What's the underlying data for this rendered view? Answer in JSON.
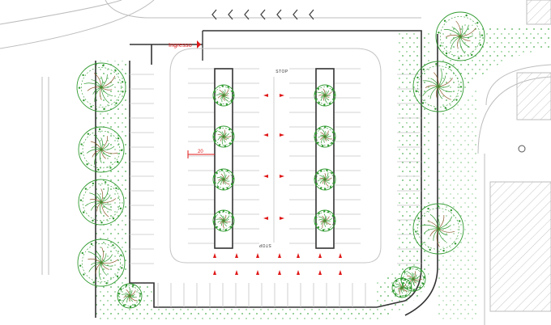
{
  "labels": {
    "entrance": "Ingresso",
    "stop_top": "STOP",
    "stop_bottom": "STOP",
    "dimension": "20"
  },
  "colors": {
    "annotation_red": "#e01818",
    "line_dark": "#2b2b2b",
    "line_light": "#b8b8b8",
    "tree_green": "#2f9a2f",
    "tree_trunk": "#8a5a2b",
    "ground_dot": "#4caf50"
  },
  "icons": {
    "flow_arrow": "red-direction-arrow-icon",
    "entrance_arrow": "red-triangle-arrow-icon",
    "tree": "tree-canopy-icon",
    "chevron": "chevron-left-icon"
  }
}
